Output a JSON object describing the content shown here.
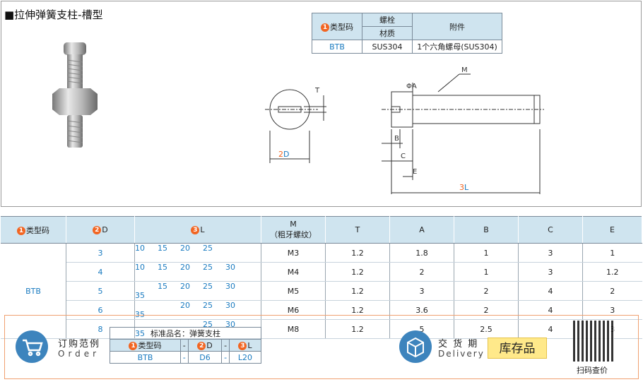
{
  "title": "■拉伸弹簧支柱-槽型",
  "material_table": {
    "type_header": "类型码",
    "bolt_header": "螺栓",
    "material_header": "材质",
    "accessory_header": "附件",
    "type_value": "BTB",
    "material_value": "SUS304",
    "accessory_value": "1个六角螺母(SUS304)"
  },
  "drawing": {
    "label_T": "T",
    "label_D": "D",
    "label_A": "ΦA",
    "label_M": "M",
    "label_B": "B",
    "label_C": "C",
    "label_E": "E",
    "label_L": "L"
  },
  "spec_table": {
    "headers": {
      "type": "类型码",
      "d": "D",
      "l": "L",
      "m_line1": "M",
      "m_line2": "（粗牙螺纹）",
      "t": "T",
      "a": "A",
      "b": "B",
      "c": "C",
      "e": "E"
    },
    "type_value": "BTB",
    "rows": [
      {
        "d": "3",
        "l": [
          "10",
          "15",
          "20",
          "25",
          "",
          ""
        ],
        "m": "M3",
        "t": "1.2",
        "a": "1.8",
        "b": "1",
        "c": "3",
        "e": "1"
      },
      {
        "d": "4",
        "l": [
          "10",
          "15",
          "20",
          "25",
          "30",
          ""
        ],
        "m": "M4",
        "t": "1.2",
        "a": "2",
        "b": "1",
        "c": "3",
        "e": "1.2"
      },
      {
        "d": "5",
        "l": [
          "",
          "15",
          "20",
          "25",
          "30",
          "35"
        ],
        "m": "M5",
        "t": "1.2",
        "a": "3",
        "b": "2",
        "c": "4",
        "e": "2"
      },
      {
        "d": "6",
        "l": [
          "",
          "",
          "20",
          "25",
          "30",
          "35"
        ],
        "m": "M6",
        "t": "1.2",
        "a": "3.6",
        "b": "2",
        "c": "4",
        "e": "3"
      },
      {
        "d": "8",
        "l": [
          "",
          "",
          "",
          "25",
          "30",
          "35"
        ],
        "m": "M8",
        "t": "1.2",
        "a": "5",
        "b": "2.5",
        "c": "4",
        "e": "3"
      }
    ]
  },
  "order": {
    "label_cn": "订购范例",
    "label_en": "Order",
    "std_name": "标准品名：弹簧支柱",
    "h_type": "类型码",
    "h_dash": "-",
    "h_d": "D",
    "h_l": "L",
    "v_type": "BTB",
    "v_d": "D6",
    "v_l": "L20"
  },
  "delivery": {
    "label_cn": "交 货 期",
    "label_en": "Delivery",
    "stock": "库存品",
    "qr_label": "扫码查价"
  },
  "badges": {
    "one": "1",
    "two": "2",
    "three": "3"
  },
  "colors": {
    "accent": "#f26522",
    "header_bg": "#cfe4ef",
    "link_blue": "#1a7bc0",
    "icon_blue": "#3d84bd"
  }
}
